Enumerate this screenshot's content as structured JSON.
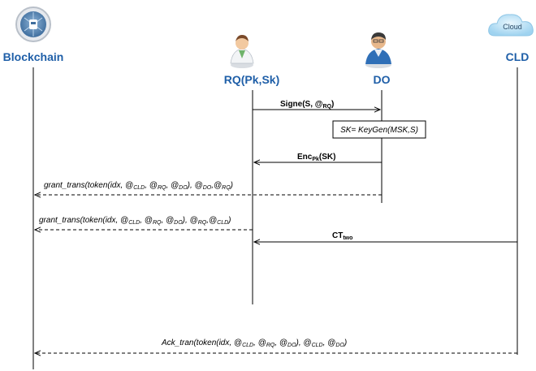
{
  "actors": {
    "blockchain": {
      "label": "Blockchain",
      "icon": "blockchain-icon"
    },
    "rq": {
      "label": "RQ(Pk,Sk)",
      "icon": "doctor-avatar-icon"
    },
    "do": {
      "label": "DO",
      "icon": "user-avatar-icon"
    },
    "cld": {
      "label": "CLD",
      "icon": "cloud-icon",
      "icon_text": "Cloud"
    }
  },
  "messages": {
    "signe": {
      "pre": "Signe(S, @",
      "sub": "RQ",
      "post": ")"
    },
    "keygen": "SK= KeyGen(MSK,S)",
    "enc": {
      "pre": "Enc",
      "sub": "Pk",
      "post": "(SK)"
    },
    "grant1": {
      "p1": "grant_trans(token(idx, @",
      "s1": "CLD",
      "p2": ", @",
      "s2": "RQ",
      "p3": ", @",
      "s3": "DO",
      "p4": "), @",
      "s4": "DO",
      "p5": ",@",
      "s5": "RQ",
      "p6": ")"
    },
    "grant2": {
      "p1": "grant_trans(token(idx, @",
      "s1": "CLD",
      "p2": ", @",
      "s2": "RQ",
      "p3": ", @",
      "s3": "DO",
      "p4": "), @",
      "s4": "RQ",
      "p5": ",@",
      "s5": "CLD",
      "p6": ")"
    },
    "ct": {
      "pre": "CT",
      "sub": "two"
    },
    "ack": {
      "p1": "Ack_tran(token(idx, @",
      "s1": "CLD",
      "p2": ", @",
      "s2": "RQ",
      "p3": ", @",
      "s3": "DO",
      "p4": "), @",
      "s4": "CLD",
      "p5": ", @",
      "s5": "DO",
      "p6": ")"
    }
  },
  "colors": {
    "label": "#1f5fa8",
    "line": "#000000",
    "cloud": "#bfe3f7"
  }
}
